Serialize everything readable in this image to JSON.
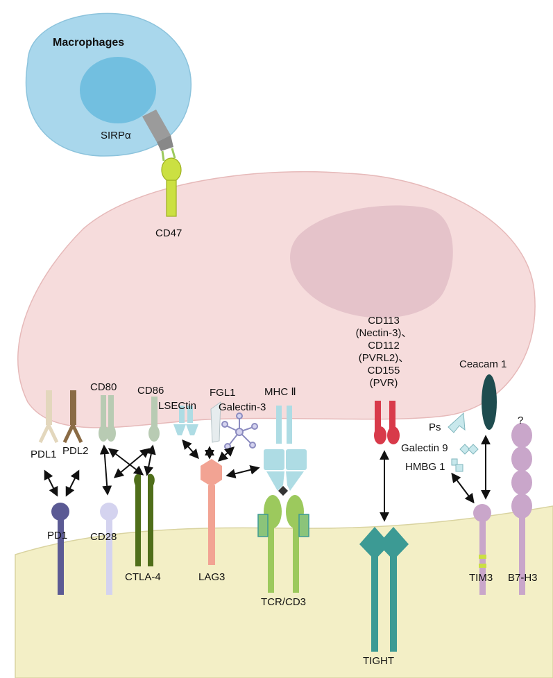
{
  "labels": {
    "macrophages": "Macrophages",
    "sirpa": "SIRPα",
    "cd47": "CD47",
    "cd113_block": [
      "CD113",
      "(Nectin-3)、",
      "CD112",
      "(PVRL2)、",
      "CD155",
      "(PVR)"
    ],
    "ceacam1": "Ceacam 1",
    "question": "?",
    "ps": "Ps",
    "galectin9": "Galectin 9",
    "hmbg1": "HMBG 1",
    "cd80": "CD80",
    "cd86": "CD86",
    "fgl1": "FGL1",
    "lsectin": "LSECtin",
    "galectin3": "Galectin-3",
    "mhc2": "MHC Ⅱ",
    "pdl1": "PDL1",
    "pdl2": "PDL2",
    "pd1": "PD1",
    "cd28": "CD28",
    "ctla4": "CTLA-4",
    "lag3": "LAG3",
    "tcr_cd3": "TCR/CD3",
    "tight": "TIGHT",
    "tim3": "TIM3",
    "b7h3": "B7-H3"
  },
  "colors": {
    "macrophage_outer": "#a9d7ec",
    "macrophage_nucleus": "#72bfe0",
    "tumor_cell": "#f6dcdc",
    "tumor_nucleus": "#e3c0c8",
    "t_cell": "#f3efc6",
    "pd1": "#5b5a94",
    "cd28": "#d4d3ef",
    "ctla4": "#4f6e1a",
    "lag3": "#f2a393",
    "tcr": "#9cc95d",
    "mhc": "#aedce4",
    "tight": "#3c9a94",
    "tim3": "#c9a6ca",
    "b7h3": "#c9a6ca",
    "cd47": "#cbe042",
    "cd113": "#d83a4a",
    "ceacam": "#1e4c4f",
    "pdl1": "#e3d7bd",
    "pdl2": "#8a6b45",
    "cd80_cd86": "#b8cbb3"
  }
}
